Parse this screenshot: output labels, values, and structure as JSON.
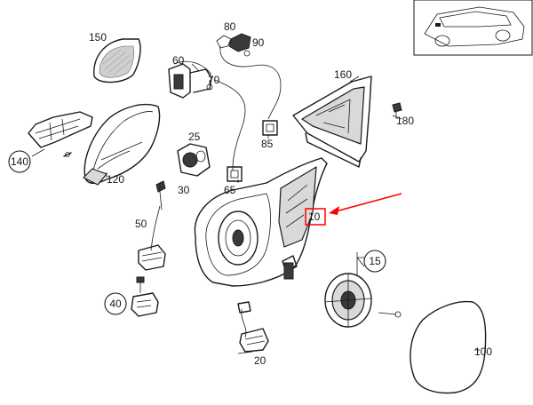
{
  "labels": {
    "p10": "10",
    "p15": "15",
    "p20": "20",
    "p25": "25",
    "p30": "30",
    "p40": "40",
    "p50": "50",
    "p60": "60",
    "p65": "65",
    "p70": "70",
    "p80": "80",
    "p85": "85",
    "p90": "90",
    "p100": "100",
    "p120": "120",
    "p140": "140",
    "p150": "150",
    "p160": "160",
    "p180": "180"
  },
  "highlight": {
    "color": "#ff0000",
    "target": "10"
  }
}
